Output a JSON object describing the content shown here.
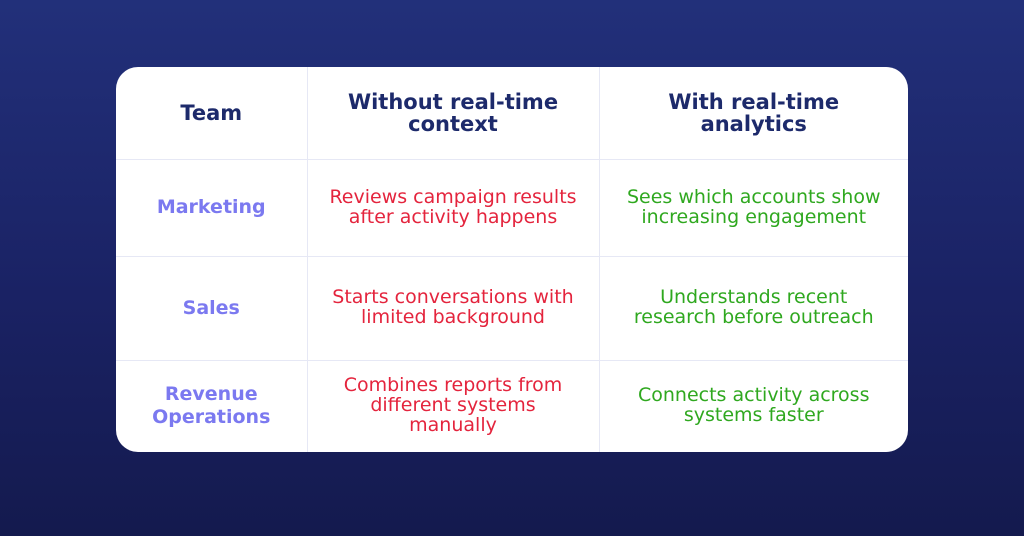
{
  "table": {
    "headers": [
      "Team",
      "Without real-time context",
      "With real-time analytics"
    ],
    "rows": [
      {
        "team": "Marketing",
        "without": "Reviews campaign results after activity happens",
        "with": "Sees which accounts show increasing engagement"
      },
      {
        "team": "Sales",
        "without": "Starts conversations with limited background",
        "with": "Understands recent research before outreach"
      },
      {
        "team": "Revenue Operations",
        "without": "Combines reports from different systems manually",
        "with": "Connects activity across systems faster"
      }
    ]
  },
  "colors": {
    "background": "#1a2264",
    "card": "#ffffff",
    "header_text": "#1d2a6b",
    "team_text": "#7b79f0",
    "without_text": "#e4243d",
    "with_text": "#2fa81f"
  }
}
